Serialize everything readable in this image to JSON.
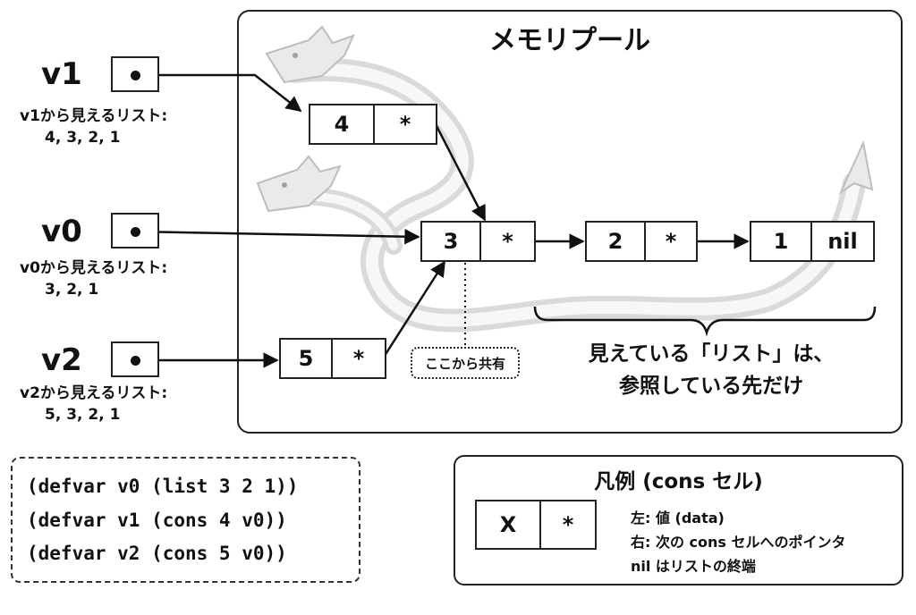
{
  "pool": {
    "title": "メモリプール"
  },
  "variables": [
    {
      "name": "v1",
      "caption": "v1から見えるリスト:",
      "list": "4, 3, 2, 1"
    },
    {
      "name": "v0",
      "caption": "v0から見えるリスト:",
      "list": "3, 2, 1"
    },
    {
      "name": "v2",
      "caption": "v2から見えるリスト:",
      "list": "5, 3, 2, 1"
    }
  ],
  "cells": {
    "c4": {
      "car": "4",
      "cdr": "*"
    },
    "c3": {
      "car": "3",
      "cdr": "*"
    },
    "c2": {
      "car": "2",
      "cdr": "*"
    },
    "c1": {
      "car": "1",
      "cdr": "nil"
    },
    "c5": {
      "car": "5",
      "cdr": "*"
    }
  },
  "shared_note": "ここから共有",
  "brace_note": {
    "line1": "見えている「リスト」は、",
    "line2": "参照している先だけ"
  },
  "code": [
    "(defvar v0 (list 3 2 1))",
    "(defvar v1 (cons 4 v0))",
    "(defvar v2 (cons 5 v0))"
  ],
  "legend": {
    "title": "凡例 (cons セル)",
    "cell": {
      "car": "X",
      "cdr": "*"
    },
    "lines": [
      "左: 値 (data)",
      "右: 次の cons セルへのポインタ",
      "nil はリストの終端"
    ]
  }
}
